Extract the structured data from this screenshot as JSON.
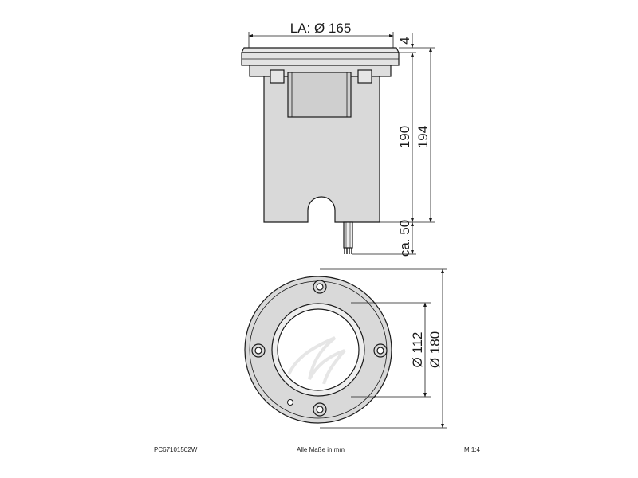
{
  "side_view": {
    "dims": {
      "width_label": "LA: Ø 165",
      "flange_label": "4",
      "body_height_label": "190",
      "total_height_label": "194",
      "cable_label": "ca. 50"
    }
  },
  "top_view": {
    "dims": {
      "glass_diameter_label": "Ø 112",
      "outer_diameter_label": "Ø 180"
    }
  },
  "footer": {
    "article_code": "PC67101502W",
    "units_note": "Alle Maße in mm",
    "scale": "M 1:4"
  },
  "colors": {
    "line": "#1a1a1a",
    "body_fill": "#d9d9d9",
    "glass_fill": "#ffffff"
  }
}
